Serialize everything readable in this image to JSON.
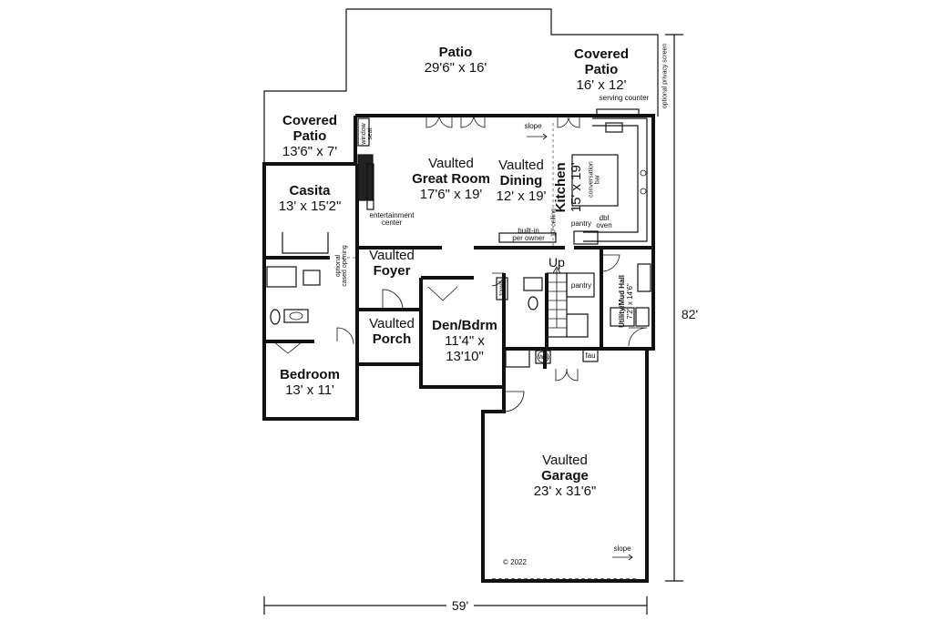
{
  "rooms": {
    "patio": {
      "name": "Patio",
      "size": "29'6\" x 16'"
    },
    "covered_patio_right": {
      "name1": "Covered",
      "name2": "Patio",
      "size": "16' x 12'"
    },
    "covered_patio_left": {
      "name1": "Covered",
      "name2": "Patio",
      "size": "13'6\" x 7'"
    },
    "casita": {
      "name": "Casita",
      "size": "13' x 15'2\""
    },
    "great_room": {
      "prefix": "Vaulted",
      "name": "Great Room",
      "size": "17'6\" x 19'"
    },
    "dining": {
      "prefix": "Vaulted",
      "name": "Dining",
      "size": "12' x 19'"
    },
    "kitchen": {
      "name": "Kitchen",
      "size": "15' x 19'"
    },
    "foyer": {
      "prefix": "Vaulted",
      "name": "Foyer"
    },
    "porch": {
      "prefix": "Vaulted",
      "name": "Porch"
    },
    "den": {
      "name": "Den/Bdrm",
      "size1": "11'4\" x",
      "size2": "13'10\""
    },
    "bedroom": {
      "name": "Bedroom",
      "size": "13' x 11'"
    },
    "garage": {
      "prefix": "Vaulted",
      "name": "Garage",
      "size": "23' x 31'6\""
    },
    "utility": {
      "name": "Utility/Mud Hall",
      "size": "7'2\" x 14'6\""
    }
  },
  "notes": {
    "serving_counter": "serving counter",
    "slope_top": "slope",
    "slope_garage": "slope",
    "window_seat1": "window",
    "window_seat2": "seat",
    "entertainment1": "entertainment",
    "entertainment2": "center",
    "conversation1": "conversation",
    "conversation2": "bar",
    "pantry_kitchen": "pantry",
    "dbl_oven1": "dbl",
    "dbl_oven2": "oven",
    "ceiling": "10' ceiling",
    "built_in1": "built-in",
    "built_in2": "per owner",
    "cased_opening1": "optional",
    "cased_opening2": "cased opening",
    "up": "Up",
    "pantry_hall": "pantry",
    "towel": "towel",
    "wh": "wh",
    "fau": "fau",
    "privacy_screen": "optional privacy screen",
    "copyright": "© 2022"
  },
  "dimensions": {
    "width": "59'",
    "depth": "82'"
  }
}
